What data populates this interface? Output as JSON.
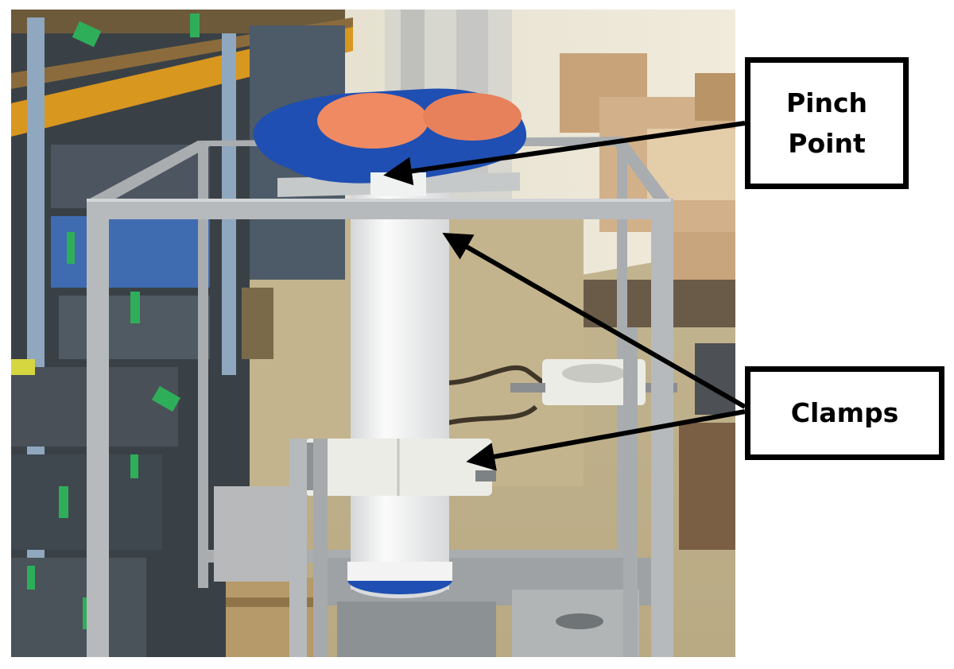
{
  "labels": {
    "pinch_point": [
      "Pinch",
      "Point"
    ],
    "clamps": "Clamps"
  },
  "colors": {
    "frame": "#b4b8bb",
    "pipe": "#f1f2f2",
    "funnel_outer": "#1f4fb2",
    "funnel_inner": "#ef8a62",
    "clamp": "#eeeeea",
    "floor": "#c9b891",
    "wall": "#e9e4d3",
    "callout_border": "#000000"
  }
}
